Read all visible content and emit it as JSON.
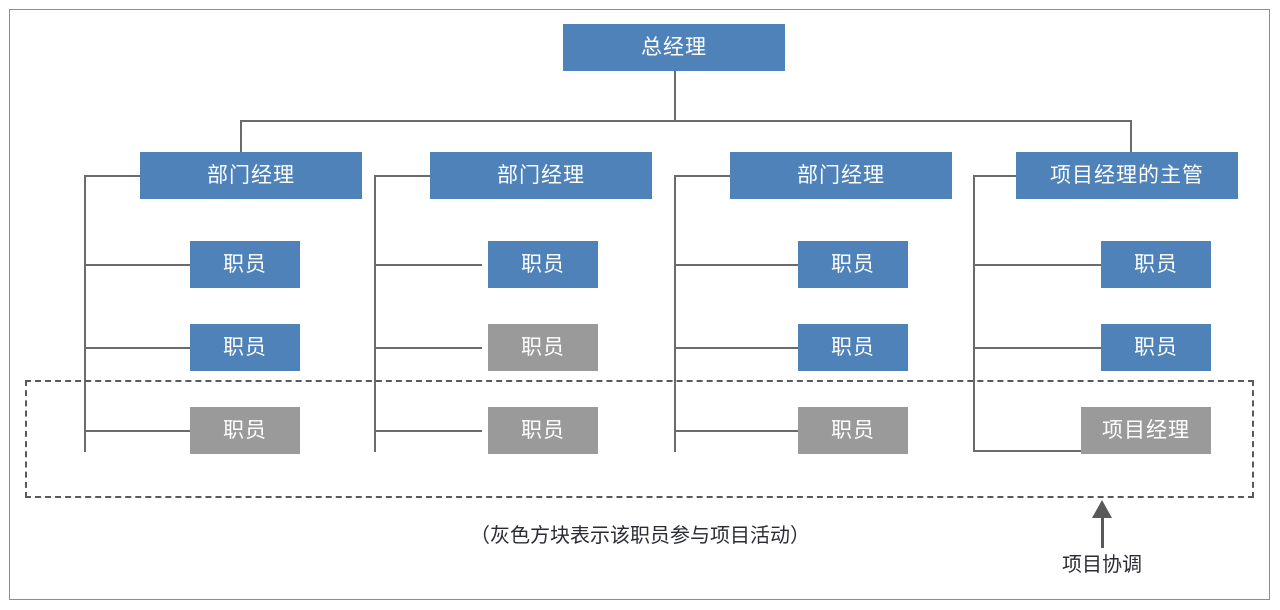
{
  "diagram": {
    "title": "",
    "colors": {
      "node_blue": "#4E82B8",
      "node_gray": "#9A9A9A",
      "connector": "#6b6b6b",
      "frame": "#8d8d8d",
      "dashed_region": "#595959",
      "text_dark": "#2b2b36",
      "text_light": "#ffffff"
    },
    "root": {
      "label": "总经理"
    },
    "columns": [
      {
        "head": {
          "label": "部门经理",
          "style": "blue"
        },
        "reports": [
          {
            "label": "职员",
            "style": "blue"
          },
          {
            "label": "职员",
            "style": "blue"
          },
          {
            "label": "职员",
            "style": "gray"
          }
        ]
      },
      {
        "head": {
          "label": "部门经理",
          "style": "blue"
        },
        "reports": [
          {
            "label": "职员",
            "style": "blue"
          },
          {
            "label": "职员",
            "style": "gray"
          },
          {
            "label": "职员",
            "style": "gray"
          }
        ]
      },
      {
        "head": {
          "label": "部门经理",
          "style": "blue"
        },
        "reports": [
          {
            "label": "职员",
            "style": "blue"
          },
          {
            "label": "职员",
            "style": "blue"
          },
          {
            "label": "职员",
            "style": "gray"
          }
        ]
      },
      {
        "head": {
          "label": "项目经理的主管",
          "style": "blue"
        },
        "reports": [
          {
            "label": "职员",
            "style": "blue"
          },
          {
            "label": "职员",
            "style": "blue"
          },
          {
            "label": "项目经理",
            "style": "gray"
          }
        ]
      }
    ],
    "caption": "（灰色方块表示该职员参与项目活动）",
    "annotation": {
      "label": "项目协调",
      "arrow": "up-arrow-icon"
    }
  }
}
